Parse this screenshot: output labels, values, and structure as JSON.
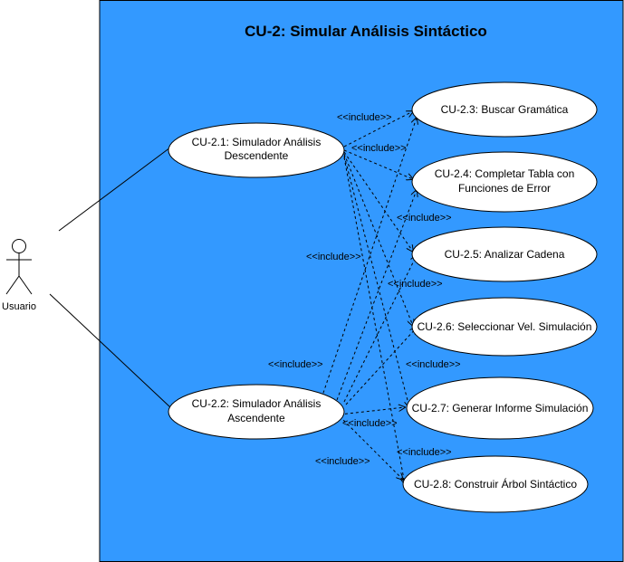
{
  "system": {
    "title": "CU-2: Simular Análisis Sintáctico",
    "fill_color": "#3399ff"
  },
  "actor": {
    "name": "Usuario"
  },
  "use_cases": {
    "cu21": {
      "line1": "CU-2.1: Simulador Análisis",
      "line2": "Descendente"
    },
    "cu22": {
      "line1": "CU-2.2: Simulador Análisis",
      "line2": "Ascendente"
    },
    "cu23": {
      "line1": "CU-2.3: Buscar Gramática"
    },
    "cu24": {
      "line1": "CU-2.4: Completar Tabla con",
      "line2": "Funciones de Error"
    },
    "cu25": {
      "line1": "CU-2.5: Analizar Cadena"
    },
    "cu26": {
      "line1": "CU-2.6: Seleccionar Vel. Simulación"
    },
    "cu27": {
      "line1": "CU-2.7: Generar Informe Simulación"
    },
    "cu28": {
      "line1": "CU-2.8: Construir Árbol Sintáctico"
    }
  },
  "include_label": "<<include>>"
}
